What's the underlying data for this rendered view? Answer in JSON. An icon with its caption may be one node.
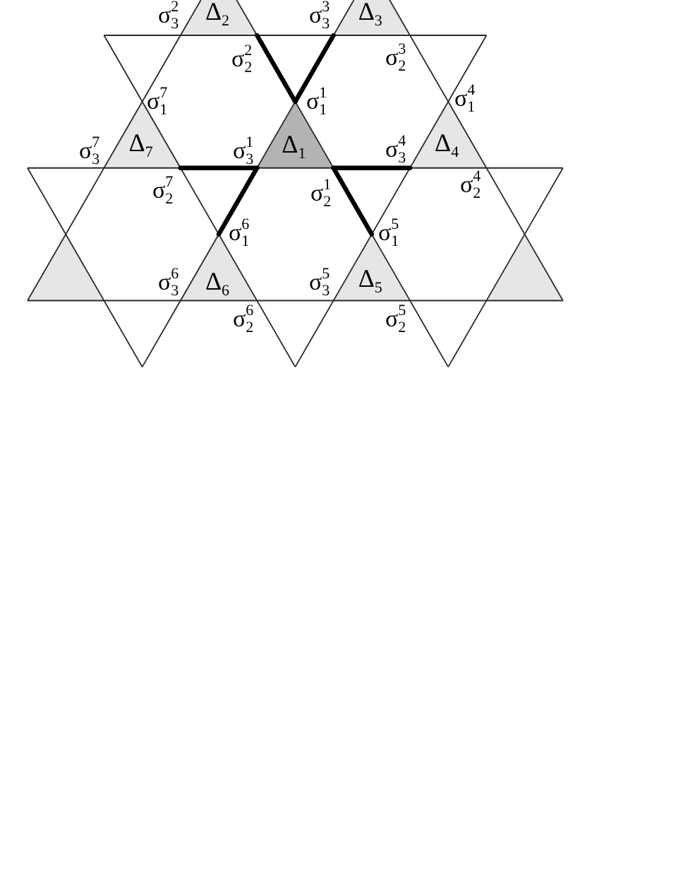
{
  "diagram": {
    "nodes": [
      {
        "text": [
          "Δ$_{2}$"
        ],
        "beside": [
          "σ$_{3}$$^{2}$",
          "σ$_{2}$$^{2}$"
        ]
      },
      {
        "text": [
          "Δ$_{3}$"
        ],
        "beside": [
          "σ$_{3}$$^{3}$",
          "σ$_{2}$$^{3}$"
        ]
      },
      {
        "text": [
          "Δ$_{7}$"
        ],
        "beside": [
          "σ$_{1}$$^{7}$",
          "σ$_{3}$$^{7}$",
          "σ$_{2}$$^{7}$"
        ]
      },
      {
        "text": [
          "Δ$_{1}$"
        ],
        "beside": [
          "σ$_{1}$$^{1}$",
          "σ$_{3}$$^{1}$",
          "σ$_{2}$$^{1}$"
        ]
      },
      {
        "text": [
          "Δ$_{4}$"
        ],
        "beside": [
          "σ$_{1}$$^{4}$",
          "σ$_{3}$$^{4}$",
          "σ$_{2}$$^{4}$"
        ]
      },
      {
        "text": [],
        "shape": "triangle"
      },
      {
        "text": [
          "Δ$_{6}$"
        ],
        "beside": [
          "σ$_{1}$$^{6}$",
          "σ$_{3}$$^{6}$",
          "σ$_{2}$$^{6}$"
        ]
      },
      {
        "text": [
          "Δ$_{5}$"
        ],
        "beside": [
          "σ$_{1}$$^{5}$",
          "σ$_{3}$$^{5}$",
          "σ$_{2}$$^{5}$"
        ]
      },
      {
        "text": [],
        "shape": "triangle"
      }
    ],
    "edges": [
      {
        "from": 3,
        "to": 0,
        "arrow": "none"
      },
      {
        "from": 3,
        "to": 1,
        "arrow": "none"
      },
      {
        "from": 3,
        "to": 2,
        "arrow": "none"
      },
      {
        "from": 3,
        "to": 4,
        "arrow": "none"
      },
      {
        "from": 3,
        "to": 6,
        "arrow": "none"
      },
      {
        "from": 3,
        "to": 7,
        "arrow": "none"
      }
    ]
  }
}
